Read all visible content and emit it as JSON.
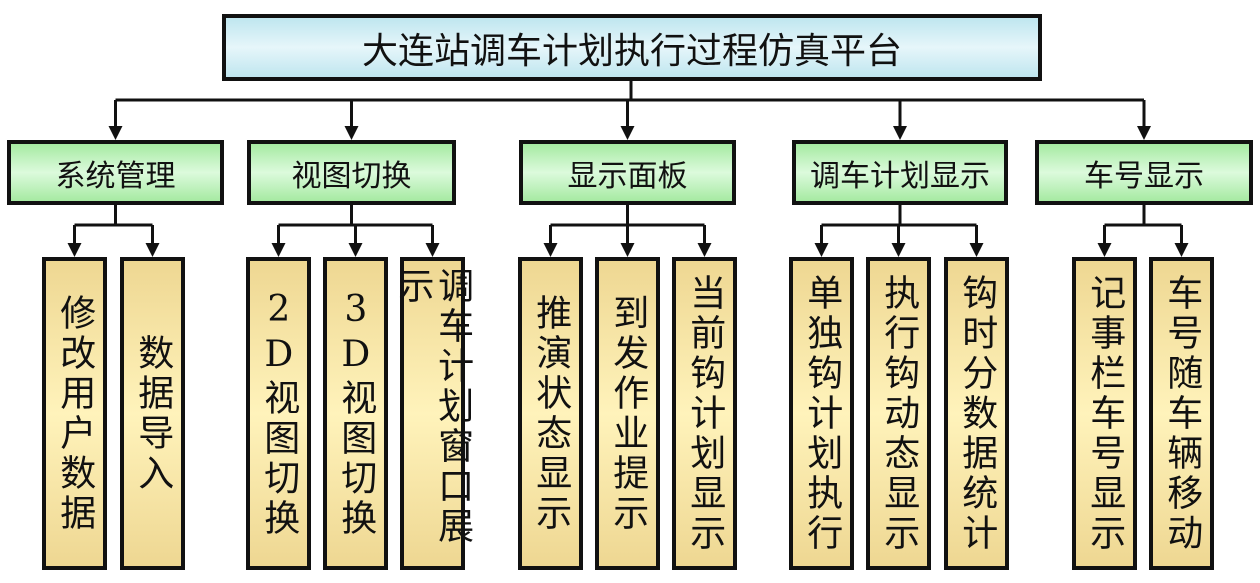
{
  "title": "大连站调车计划执行过程仿真平台",
  "colors": {
    "root_fill": "#d4f0f6",
    "module_fill": "#c4f4c2",
    "function_fill": "#f6e6a6",
    "border": "#111111"
  },
  "modules": [
    {
      "label": "系统管理",
      "children": [
        "修改用户数据",
        "数据导入"
      ]
    },
    {
      "label": "视图切换",
      "children": [
        "2D视图切换",
        "3D视图切换",
        "调车计划窗口展示"
      ]
    },
    {
      "label": "显示面板",
      "children": [
        "推演状态显示",
        "到发作业提示",
        "当前钩计划显示"
      ]
    },
    {
      "label": "调车计划显示",
      "children": [
        "单独钩计划执行",
        "执行钩动态显示",
        "钩时分数据统计"
      ]
    },
    {
      "label": "车号显示",
      "children": [
        "记事栏车号显示",
        "车号随车辆移动"
      ]
    }
  ]
}
